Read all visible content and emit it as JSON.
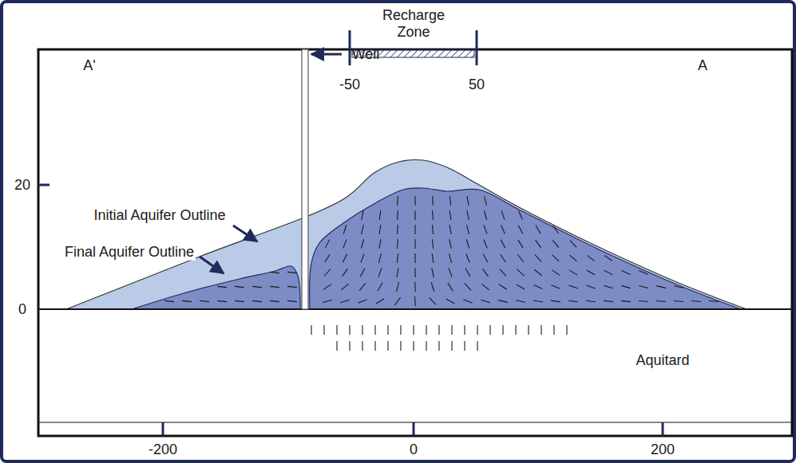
{
  "diagram": {
    "labels": [
      "Recharge Zone",
      "-50",
      "50",
      "A'",
      "A",
      "Well",
      "20",
      "Initial Aquifer Outline",
      "Final Aquifer Outline",
      "0",
      "Aquitard",
      "-200",
      "0",
      "200"
    ]
  }
}
